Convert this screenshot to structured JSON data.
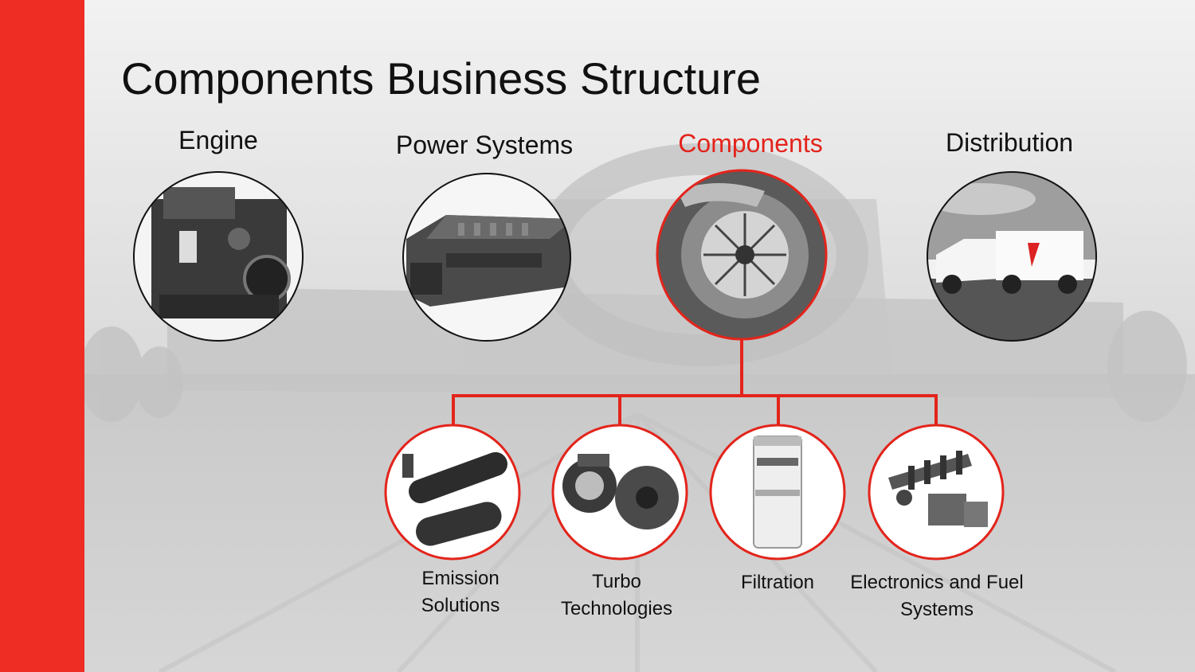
{
  "slide": {
    "title": "Components Business Structure"
  },
  "colors": {
    "accent": "#ee2d24",
    "connector": "#e3241b",
    "text": "#111111"
  },
  "categories": [
    {
      "label": "Engine",
      "icon": "diesel-engine-photo-icon",
      "active": false
    },
    {
      "label": "Power Systems",
      "icon": "generator-set-photo-icon",
      "active": false
    },
    {
      "label": "Components",
      "icon": "turbocharger-cutaway-photo-icon",
      "active": true
    },
    {
      "label": "Distribution",
      "icon": "service-truck-photo-icon",
      "active": false
    }
  ],
  "subunits": [
    {
      "line1": "Emission",
      "line2": "Solutions",
      "icon": "exhaust-aftertreatment-photo-icon"
    },
    {
      "line1": "Turbo",
      "line2": "Technologies",
      "icon": "turbocharger-photo-icon"
    },
    {
      "line1": "Filtration",
      "line2": "",
      "icon": "oil-filter-photo-icon"
    },
    {
      "line1": "Electronics and Fuel",
      "line2": "Systems",
      "icon": "fuel-injection-electronics-photo-icon"
    }
  ]
}
